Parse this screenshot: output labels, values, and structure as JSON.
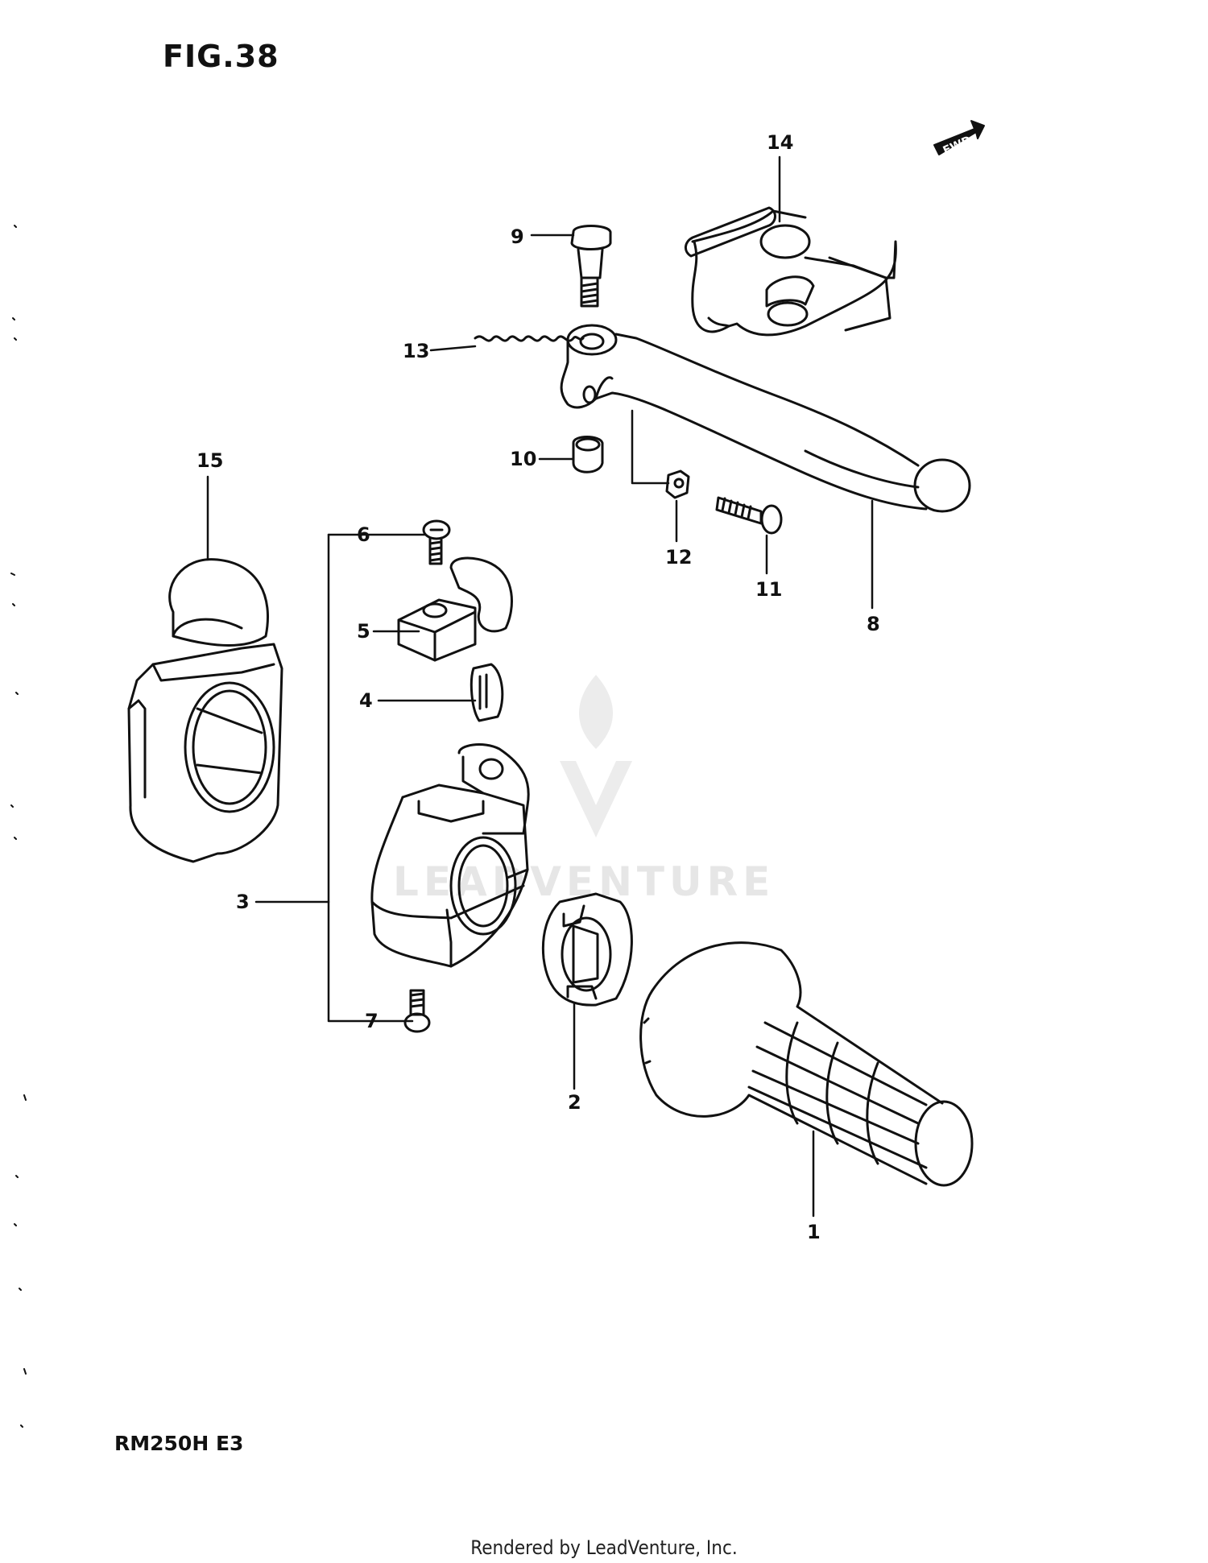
{
  "figure": {
    "title": "FIG.38",
    "model": "RM250H  E3",
    "footer": "Rendered by LeadVenture, Inc.",
    "watermark": "LEADVENTURE",
    "fwd_label": "FWD"
  },
  "callouts": [
    "1",
    "2",
    "3",
    "4",
    "5",
    "6",
    "7",
    "8",
    "9",
    "10",
    "11",
    "12",
    "13",
    "14",
    "15"
  ]
}
